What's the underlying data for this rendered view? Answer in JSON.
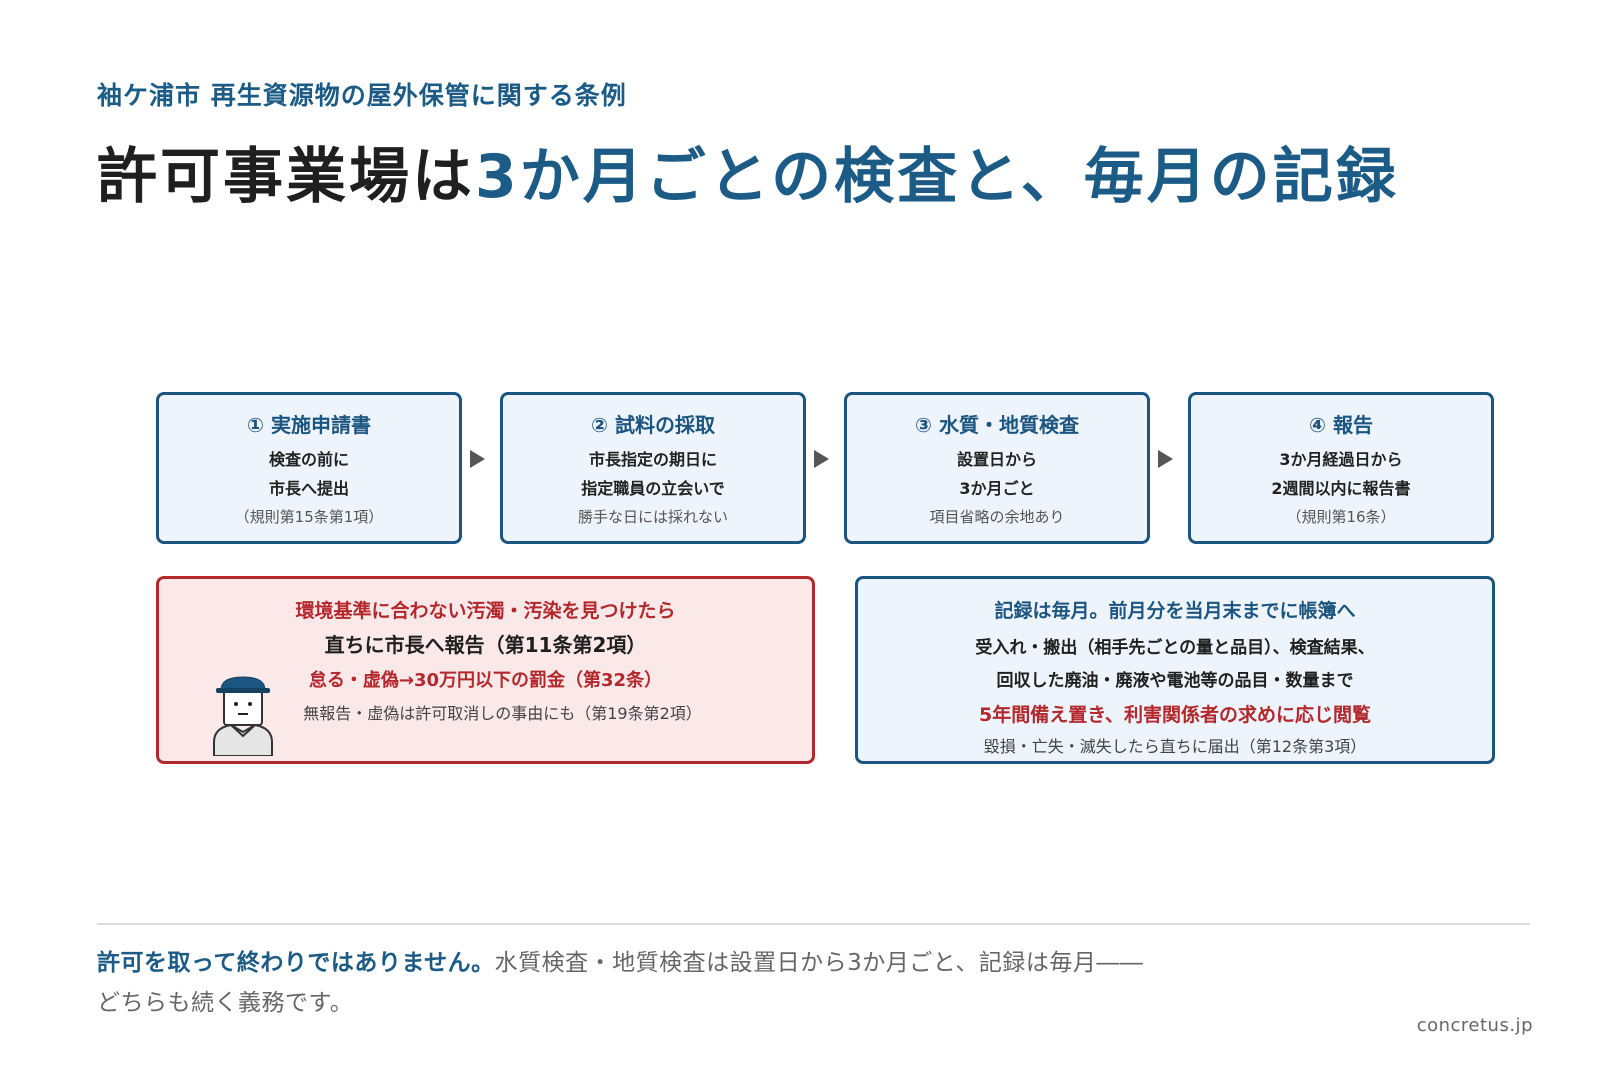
{
  "header": {
    "kicker": "袖ケ浦市 再生資源物の屋外保管に関する条例",
    "title_plain": "許可事業場は",
    "title_accent": "3か月ごとの検査と、毎月の記録"
  },
  "steps": [
    {
      "title": "① 実施申請書",
      "line1": "検査の前に",
      "line2": "市長へ提出",
      "note": "（規則第15条第1項）"
    },
    {
      "title": "② 試料の採取",
      "line1": "市長指定の期日に",
      "line2": "指定職員の立会いで",
      "note": "勝手な日には採れない"
    },
    {
      "title": "③ 水質・地質検査",
      "line1": "設置日から",
      "line2": "3か月ごと",
      "note": "項目省略の余地あり"
    },
    {
      "title": "④ 報告",
      "line1": "3か月経過日から",
      "line2": "2週間以内に報告書",
      "note": "（規則第16条）"
    }
  ],
  "warning": {
    "heading": "環境基準に合わない汚濁・汚染を見つけたら",
    "action": "直ちに市長へ報告（第11条第2項）",
    "penalty": "怠る・虚偽→30万円以下の罰金（第32条）",
    "note": "無報告・虚偽は許可取消しの事由にも（第19条第2項）",
    "figure_icon": "official-person-icon"
  },
  "record": {
    "heading": "記録は毎月。前月分を当月末までに帳簿へ",
    "line1": "受入れ・搬出（相手先ごとの量と品目）、検査結果、",
    "line2": "回収した廃油・廃液や電池等の品目・数量まで",
    "emphasis": "5年間備え置き、利害関係者の求めに応じ閲覧",
    "note": "毀損・亡失・滅失したら直ちに届出（第12条第3項）"
  },
  "footer": {
    "lead": "許可を取って終わりではありません。",
    "text_line1": "水質検査・地質検査は設置日から3か月ごと、記録は毎月――",
    "text_line2": "どちらも続く義務です。",
    "credit": "concretus.jp"
  },
  "colors": {
    "accent_blue": "#1b5b86",
    "box_border_blue": "#1b5580",
    "box_fill_blue": "#eef4fc",
    "warn_red": "#b3282d",
    "warn_fill": "#fbe9ea"
  }
}
